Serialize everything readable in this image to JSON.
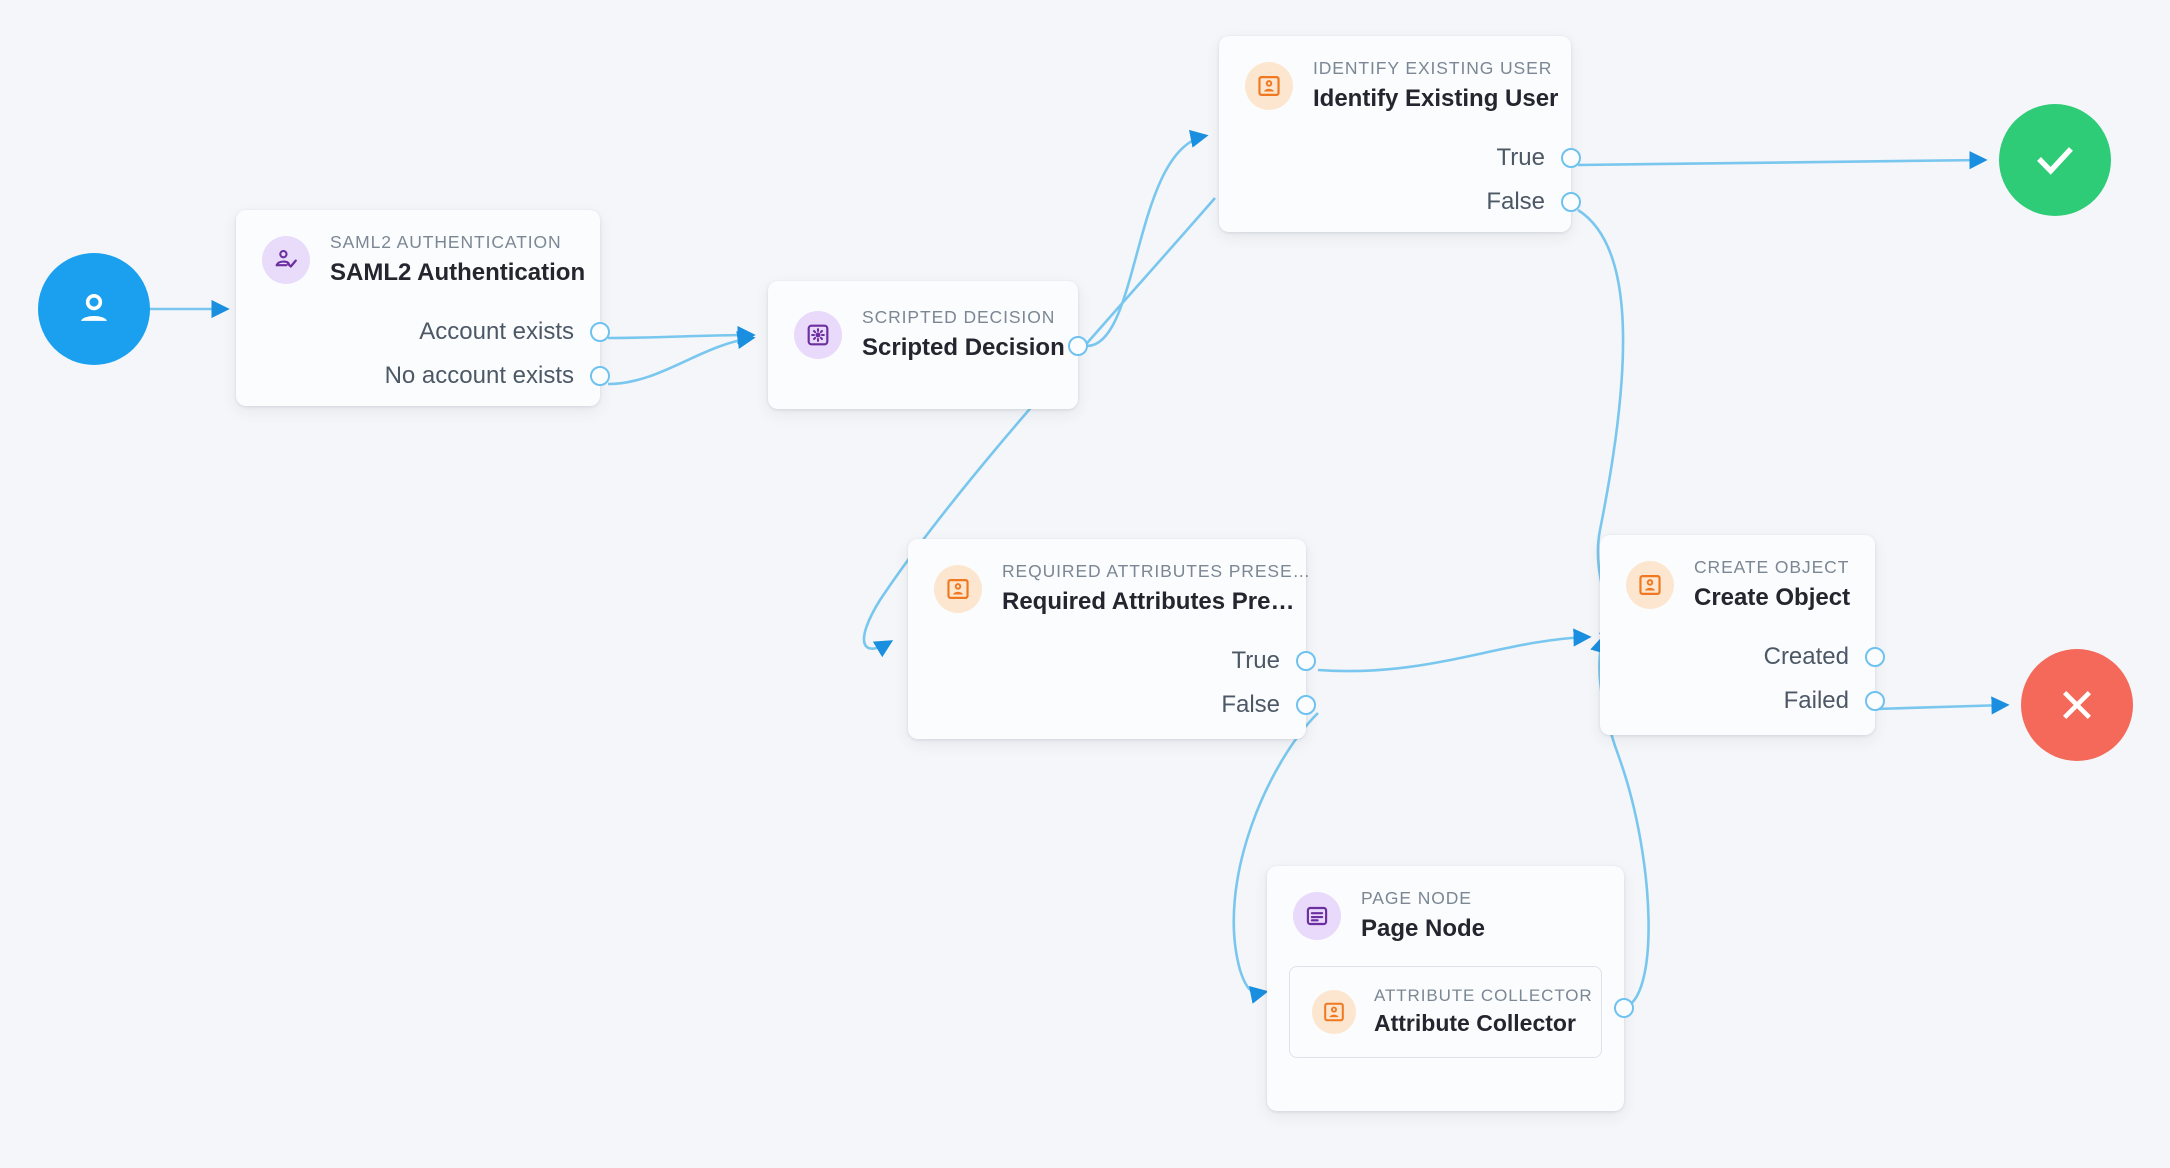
{
  "canvas": {
    "background": "#f4f6f9",
    "edge_color": "#79c7ef",
    "arrow_color": "#1a8fe0",
    "port_color": "#6fc2f0"
  },
  "terminals": {
    "start": {
      "name": "start-node",
      "icon": "user-icon",
      "color": "#1aa0ef"
    },
    "success": {
      "name": "success-node",
      "icon": "check-icon",
      "color": "#2ecc77"
    },
    "failure": {
      "name": "failure-node",
      "icon": "close-icon",
      "color": "#f4695a"
    }
  },
  "nodes": [
    {
      "id": "saml2",
      "type_label": "SAML2 AUTHENTICATION",
      "title": "SAML2 Authentication",
      "icon": "user-check-icon",
      "icon_theme": "purple",
      "ports": [
        "Account exists",
        "No account exists"
      ]
    },
    {
      "id": "scripted",
      "type_label": "SCRIPTED DECISION",
      "title": "Scripted Decision",
      "icon": "script-gear-icon",
      "icon_theme": "purple",
      "ports": []
    },
    {
      "id": "identify",
      "type_label": "IDENTIFY EXISTING USER",
      "title": "Identify Existing User",
      "icon": "identity-card-icon",
      "icon_theme": "orange",
      "ports": [
        "True",
        "False"
      ]
    },
    {
      "id": "required",
      "type_label": "REQUIRED ATTRIBUTES PRESE…",
      "title": "Required Attributes Pre…",
      "icon": "identity-card-icon",
      "icon_theme": "orange",
      "ports": [
        "True",
        "False"
      ]
    },
    {
      "id": "create",
      "type_label": "CREATE OBJECT",
      "title": "Create Object",
      "icon": "identity-card-icon",
      "icon_theme": "orange",
      "ports": [
        "Created",
        "Failed"
      ]
    },
    {
      "id": "page",
      "type_label": "PAGE NODE",
      "title": "Page Node",
      "icon": "page-form-icon",
      "icon_theme": "purple",
      "ports": [],
      "children": [
        {
          "id": "attrcollector",
          "type_label": "ATTRIBUTE COLLECTOR",
          "title": "Attribute Collector",
          "icon": "identity-card-icon",
          "icon_theme": "orange"
        }
      ]
    }
  ]
}
